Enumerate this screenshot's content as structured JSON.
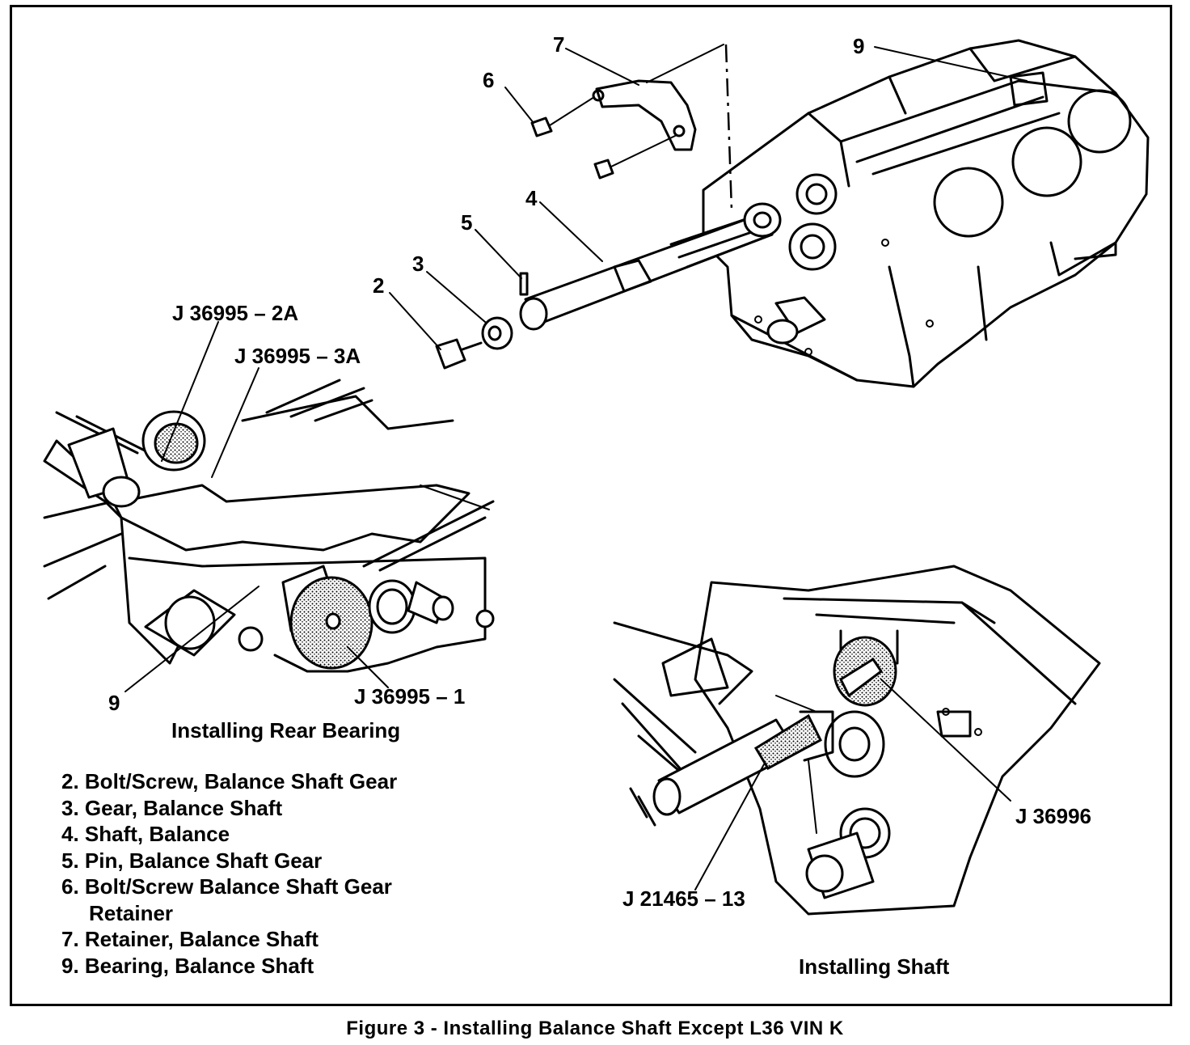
{
  "callouts_exploded": [
    "7",
    "6",
    "9",
    "4",
    "5",
    "3",
    "2"
  ],
  "tools_rear_bearing": {
    "tool_2a": "J 36995 – 2A",
    "tool_3a": "J 36995 – 3A",
    "tool_1": "J 36995 – 1",
    "bearing_callout": "9",
    "caption": "Installing Rear Bearing"
  },
  "tools_installing_shaft": {
    "tool_j36996": "J 36996",
    "tool_j21465": "J 21465 – 13",
    "caption": "Installing Shaft"
  },
  "legend": [
    "2. Bolt/Screw, Balance Shaft Gear",
    "3. Gear, Balance Shaft",
    "4. Shaft, Balance",
    "5. Pin, Balance Shaft Gear",
    "6. Bolt/Screw Balance Shaft Gear",
    "Retainer",
    "7. Retainer, Balance Shaft",
    "9. Bearing, Balance Shaft"
  ],
  "figure_caption": "Figure 3 - Installing Balance Shaft Except L36 VIN K"
}
